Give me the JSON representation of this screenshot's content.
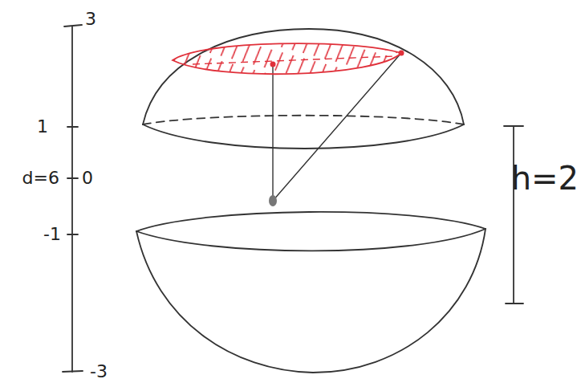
{
  "diagram": {
    "labels": [
      "3",
      "1",
      "d=6",
      "0",
      "-1",
      "-3",
      "h=2"
    ]
  }
}
